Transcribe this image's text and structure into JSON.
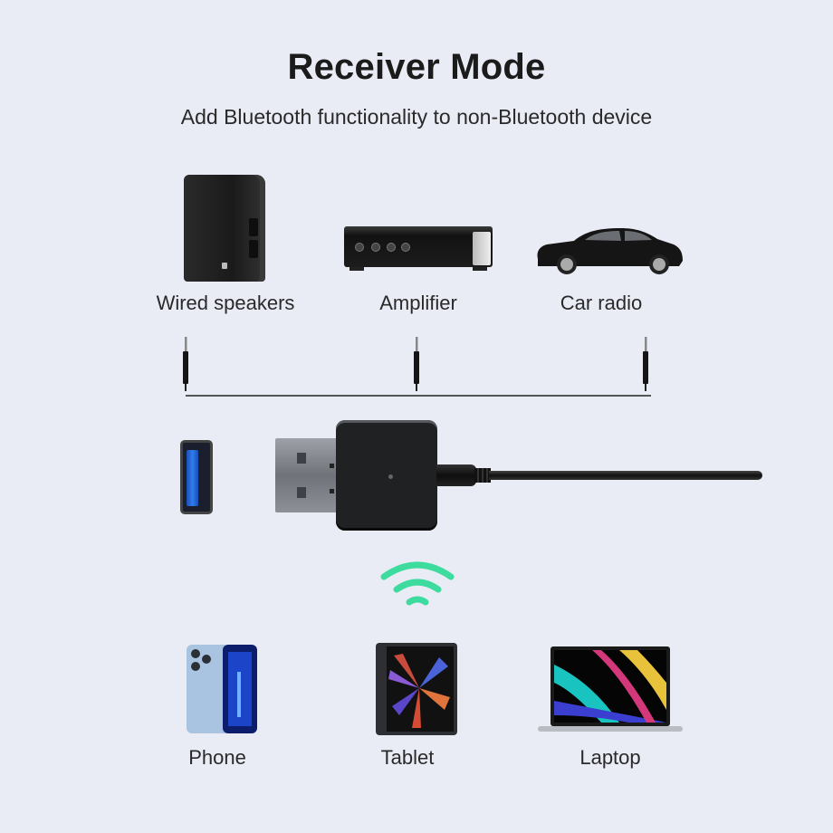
{
  "header": {
    "title": "Receiver Mode",
    "subtitle": "Add Bluetooth functionality to non-Bluetooth device"
  },
  "wired_devices": [
    {
      "label": "Wired speakers",
      "icon": "speaker-icon"
    },
    {
      "label": "Amplifier",
      "icon": "amplifier-icon"
    },
    {
      "label": "Car radio",
      "icon": "car-icon"
    }
  ],
  "connector": {
    "jack_icon": "aux-3.5mm-jack-icon",
    "usb_port_icon": "usb-port-icon",
    "dongle_icon": "bluetooth-usb-dongle-icon"
  },
  "wireless": {
    "icon": "wifi-signal-icon",
    "color": "#3ddc9e"
  },
  "bluetooth_devices": [
    {
      "label": "Phone",
      "icon": "phone-icon"
    },
    {
      "label": "Tablet",
      "icon": "tablet-icon"
    },
    {
      "label": "Laptop",
      "icon": "laptop-icon"
    }
  ],
  "colors": {
    "background": "#e9ebf5",
    "title": "#1b1b1b",
    "usb_blue": "#2f7df0"
  }
}
